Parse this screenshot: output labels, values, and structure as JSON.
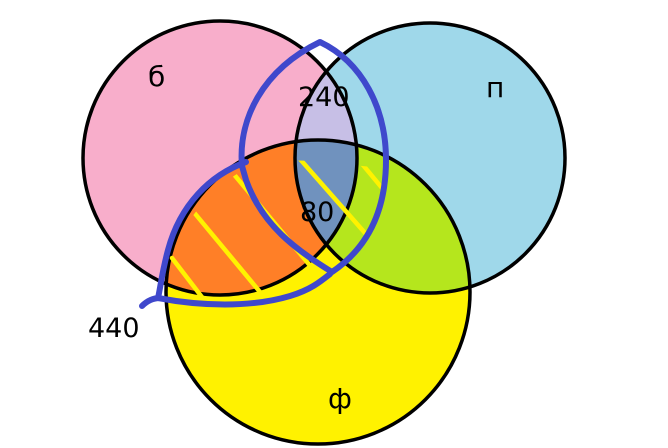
{
  "sets": {
    "b": {
      "label": "б",
      "color": "#F8AECB"
    },
    "p": {
      "label": "п",
      "color": "#9FD8EA"
    },
    "f": {
      "label": "ф",
      "color": "#FFF200"
    }
  },
  "regions": {
    "bp": {
      "color": "#C7BFE6"
    },
    "bf": {
      "color": "#FF7F27"
    },
    "pf": {
      "color": "#B5E61D"
    },
    "bpf": {
      "color": "#7092BE"
    }
  },
  "values": {
    "bp": "240",
    "bpf": "80",
    "bf_total": "440"
  },
  "colors": {
    "outline": "#000000",
    "highlight": "#3F48CC",
    "hatch": "#FFF200"
  }
}
